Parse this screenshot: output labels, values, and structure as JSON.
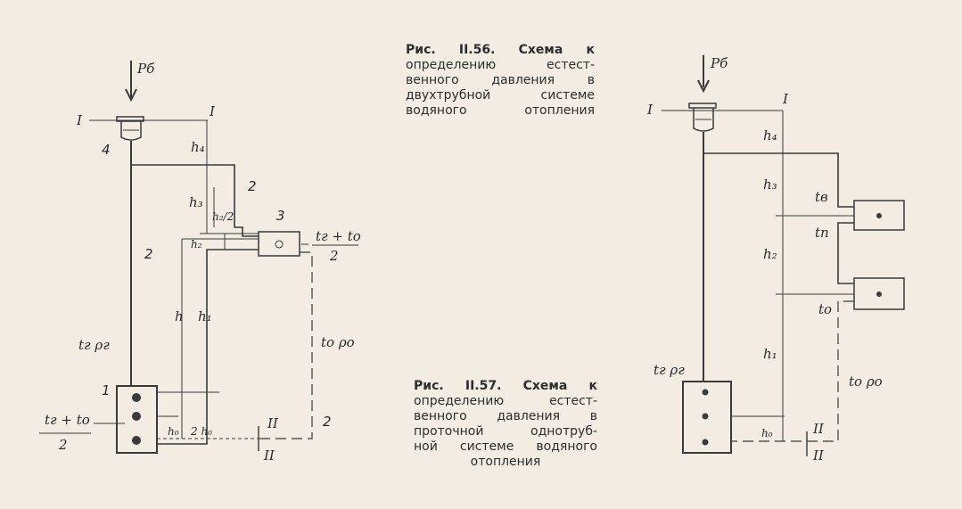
{
  "caption_58": {
    "lines": [
      "Рис. II.56.   Схема к",
      "определению    естест-",
      "венного   давления   в",
      "двухтрубной  системе",
      "водяного      отопления"
    ]
  },
  "caption_57": {
    "lines": [
      "Рис. II.57.   Схема к",
      "определению   естест-",
      "венного   давления   в",
      "проточной  однотруб-",
      "ной системе водяного",
      "отопления"
    ]
  },
  "fig58": {
    "pressure": "Pб",
    "section_I_left": "I",
    "section_I_right": "I",
    "num_4": "4",
    "num_2_a": "2",
    "num_2_b": "2",
    "num_3": "3",
    "num_1": "1",
    "num_2_c": "2",
    "h4": "h₄",
    "h3": "h₃",
    "h2": "h₂",
    "h2_half": "h₂/2",
    "h": "h",
    "h1": "h₁",
    "h0": "h₀",
    "h0_2": "2 h₀",
    "hot": "tг ρг",
    "cold": "tо ρо",
    "mix_right_num": "tг + tо",
    "mix_right_den": "2",
    "mix_left_num": "tг + tо",
    "mix_left_den": "2",
    "section_II_a": "II",
    "section_II_b": "II"
  },
  "fig57": {
    "pressure": "Pб",
    "section_I_left": "I",
    "section_I_right": "I",
    "h4": "h₄",
    "h3": "h₃",
    "h2": "h₂",
    "h1": "h₁",
    "h0": "h₀",
    "tv": "tв",
    "tp": "tп",
    "t0": "tо",
    "hot": "tг ρг",
    "cold": "tо ρо",
    "section_II_a": "II",
    "section_II_b": "II"
  }
}
